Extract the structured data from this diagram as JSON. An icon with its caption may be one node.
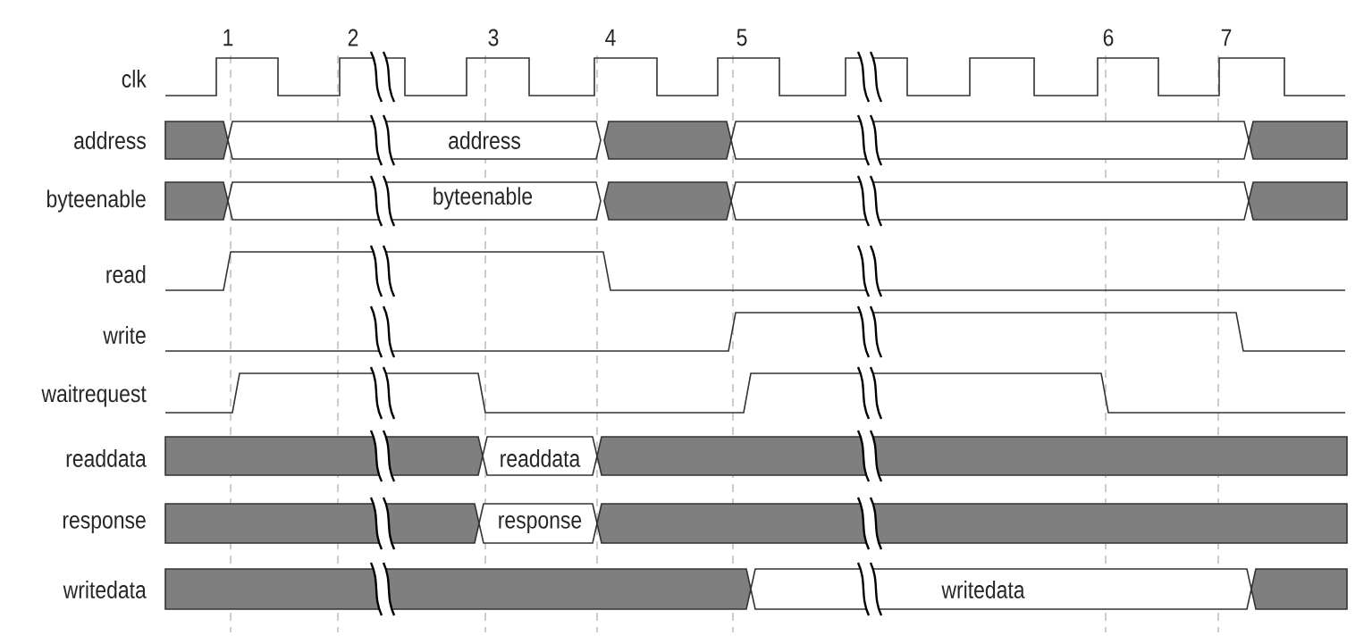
{
  "diagram": {
    "labels": [
      "1",
      "2",
      "3",
      "4",
      "5",
      "6",
      "7",
      "clk",
      "address",
      "byteenable",
      "read",
      "write",
      "waitrequest",
      "readdata",
      "response",
      "writedata",
      "address",
      "byteenable",
      "readdata",
      "response",
      "writedata"
    ]
  }
}
